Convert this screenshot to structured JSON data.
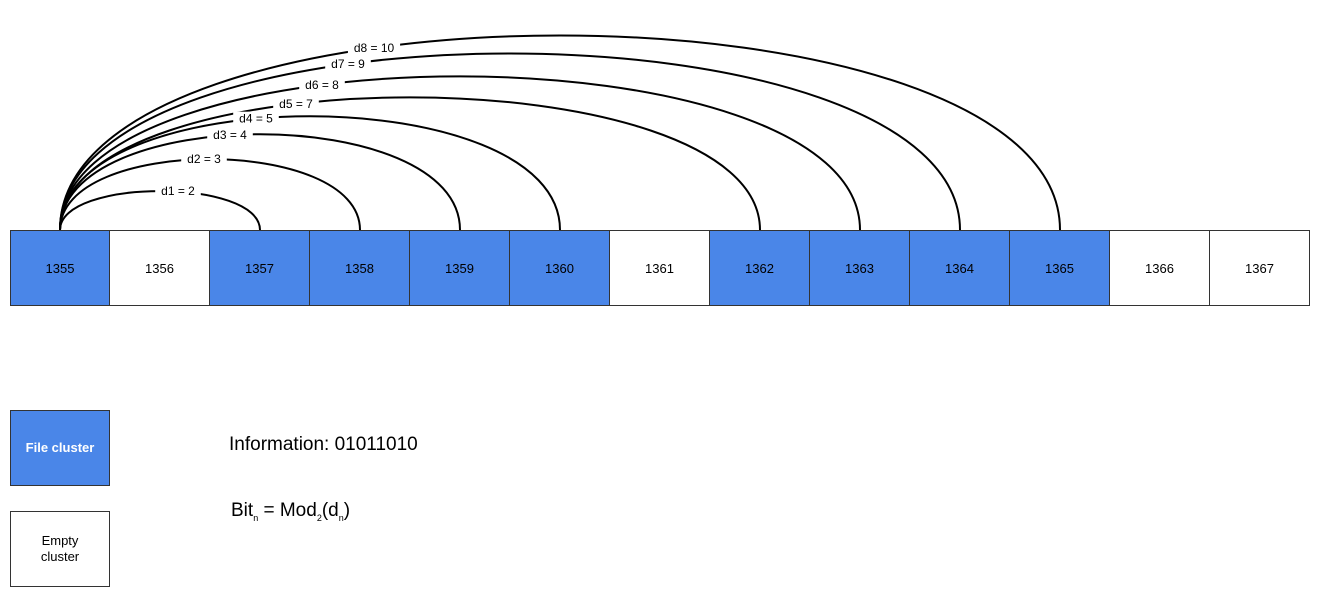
{
  "clusters": [
    {
      "id": "1355",
      "type": "file"
    },
    {
      "id": "1356",
      "type": "empty"
    },
    {
      "id": "1357",
      "type": "file"
    },
    {
      "id": "1358",
      "type": "file"
    },
    {
      "id": "1359",
      "type": "file"
    },
    {
      "id": "1360",
      "type": "file"
    },
    {
      "id": "1361",
      "type": "empty"
    },
    {
      "id": "1362",
      "type": "file"
    },
    {
      "id": "1363",
      "type": "file"
    },
    {
      "id": "1364",
      "type": "file"
    },
    {
      "id": "1365",
      "type": "file"
    },
    {
      "id": "1366",
      "type": "empty"
    },
    {
      "id": "1367",
      "type": "empty"
    }
  ],
  "arcs": [
    {
      "label": "d1 = 2",
      "from": "1355",
      "to": "1357"
    },
    {
      "label": "d2 = 3",
      "from": "1355",
      "to": "1358"
    },
    {
      "label": "d3 = 4",
      "from": "1355",
      "to": "1359"
    },
    {
      "label": "d4 = 5",
      "from": "1355",
      "to": "1360"
    },
    {
      "label": "d5 = 7",
      "from": "1355",
      "to": "1362"
    },
    {
      "label": "d6 = 8",
      "from": "1355",
      "to": "1363"
    },
    {
      "label": "d7 = 9",
      "from": "1355",
      "to": "1364"
    },
    {
      "label": "d8 = 10",
      "from": "1355",
      "to": "1365"
    }
  ],
  "legend": {
    "file_label": "File cluster",
    "empty_label": "Empty cluster"
  },
  "information": "Information: 01011010",
  "formula": {
    "bit": "Bit",
    "sub_n": "n",
    "eq_mod": " = Mod",
    "sub_2": "2",
    "open_d": "(d",
    "close": ")"
  },
  "colors": {
    "file": "#4a86e8",
    "empty": "#ffffff",
    "border": "#333333"
  }
}
